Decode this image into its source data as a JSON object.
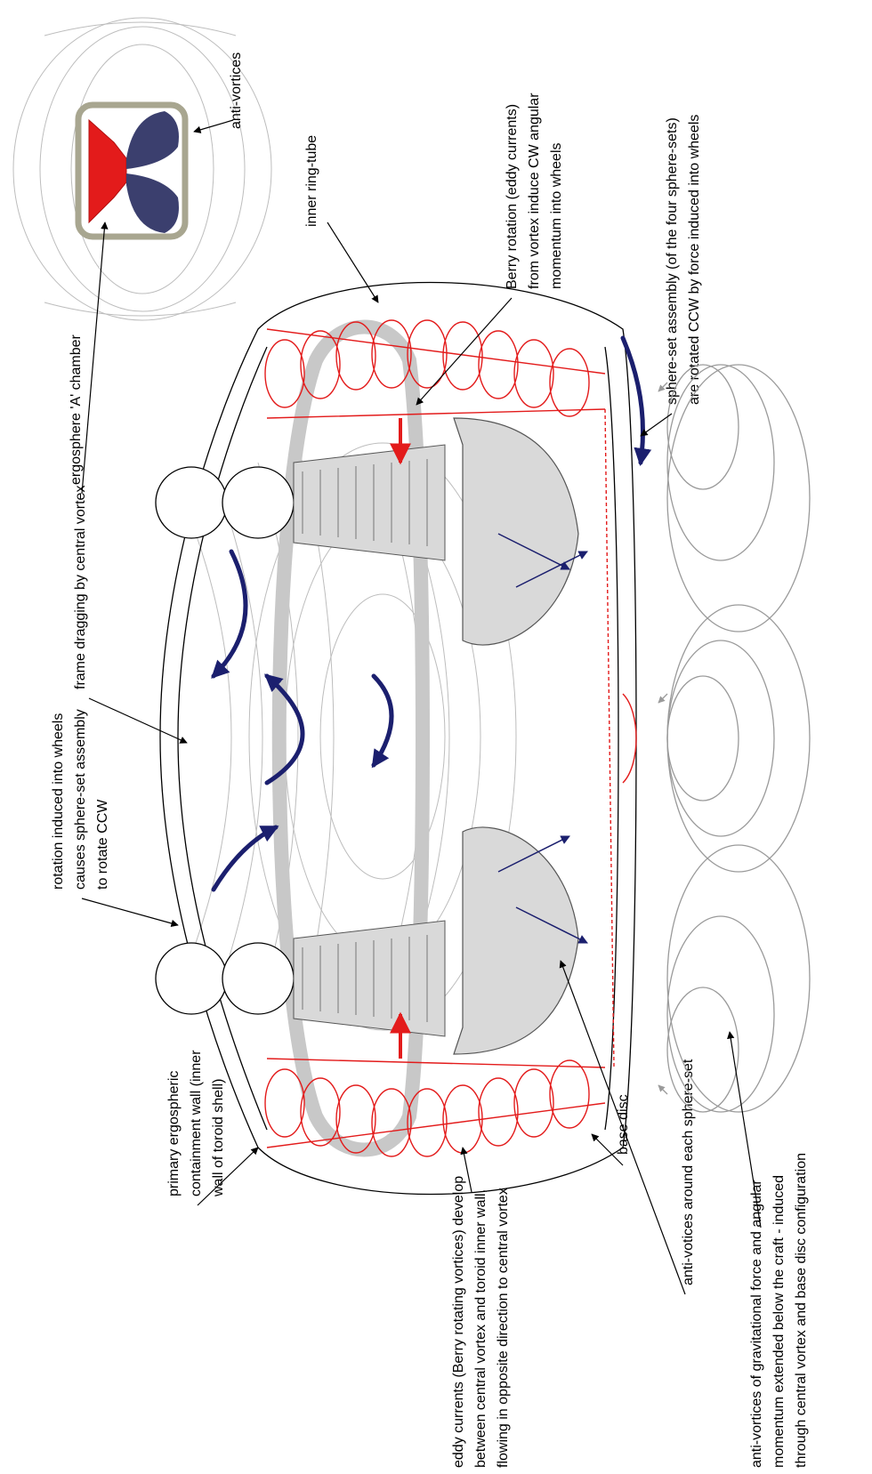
{
  "colors": {
    "vortex_red": "#e31b1b",
    "rotation_navy": "#1b1f6e",
    "ring_tube_grey": "#c8c8c8",
    "ergosphere_frame": "#a8a690",
    "field_line_grey": "#bdbdbd"
  },
  "labels": {
    "ergosphere_a_chamber": "ergosphere 'A' chamber",
    "anti_vortices": "anti-vortices",
    "frame_dragging": "frame dragging by central vortex",
    "inner_ring_tube": "inner ring-tube",
    "berry_rotation": [
      "Berry rotation (eddy currents)",
      "from vortex induce CW angular",
      "momentum into wheels"
    ],
    "sphere_set_assembly": [
      "sphere-set assembly (of the four sphere-sets)",
      "are rotated CCW by force induced into wheels"
    ],
    "rotation_induced": [
      "rotation induced into wheels",
      "causes sphere-set assembly",
      "to rotate CCW"
    ],
    "primary_wall": [
      "primary ergospheric",
      "containment wall (inner",
      "wall of toroid shell)"
    ],
    "eddy_currents": [
      "eddy currents (Berry rotating vortices) develop",
      "between central vortex and toroid inner wall,",
      "flowing in opposite direction to central vortex"
    ],
    "base_disc": "base disc",
    "anti_votices_sphere_set": "anti-votices around each sphere-set",
    "anti_vortices_gravitational": [
      "anti-vortices of gravitational force and angular",
      "momentum extended below the craft - induced",
      "through central vortex and base disc configuration"
    ]
  }
}
